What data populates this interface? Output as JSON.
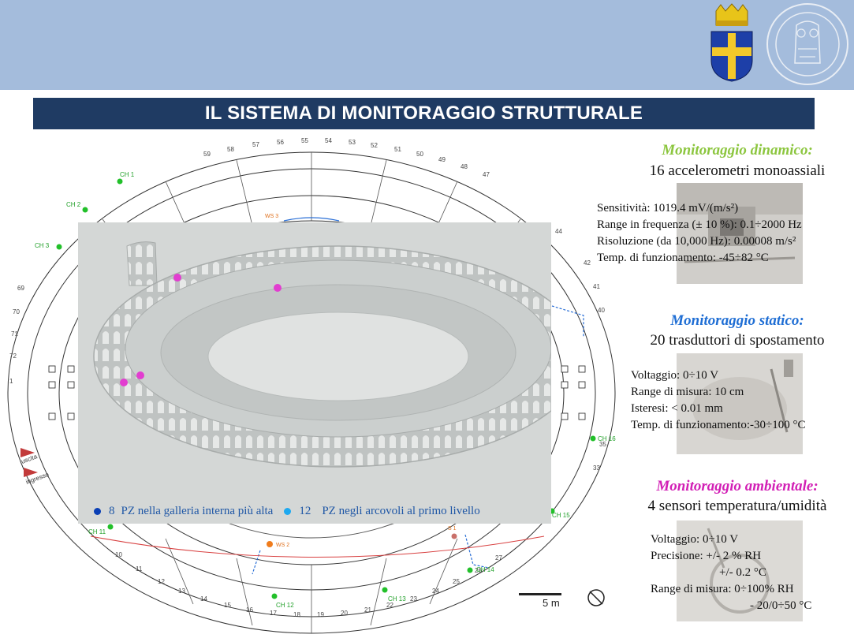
{
  "title": "IL SISTEMA DI MONITORAGGIO STRUTTURALE",
  "plan": {
    "sector_numbers_top": [
      "59",
      "58",
      "57",
      "56",
      "55",
      "54",
      "53",
      "52",
      "51",
      "50",
      "49",
      "48",
      "47"
    ],
    "sector_numbers_left": [
      "69",
      "70",
      "71",
      "72",
      "1"
    ],
    "sector_numbers_right": [
      "44",
      "42",
      "41",
      "40",
      "35",
      "33"
    ],
    "sector_numbers_bottom": [
      "10",
      "11",
      "12",
      "13",
      "14",
      "15",
      "16",
      "17",
      "18",
      "19",
      "20",
      "21",
      "22",
      "23",
      "24",
      "25",
      "26",
      "27"
    ],
    "channel_labels": [
      "CH 1",
      "CH 2",
      "CH 3",
      "CH 11",
      "CH 12",
      "CH 13",
      "CH 14",
      "CH 15",
      "CH 16"
    ],
    "ws_labels": [
      "WS 3",
      "WS 2",
      "S 1"
    ],
    "exit_label": "uscita",
    "entry_label": "ingresso",
    "scale_label": "5 m"
  },
  "legend": {
    "item1": {
      "count": "8",
      "text": "PZ nella galleria interna più alta",
      "color": "#0a3fb5"
    },
    "item2": {
      "count": "12",
      "text": "PZ negli arcovoli al primo livello",
      "color": "#1ea9f0"
    }
  },
  "dynamic": {
    "title": "Monitoraggio dinamico:",
    "subtitle": "16 accelerometri monoassiali",
    "title_color": "#8cc63f",
    "specs": [
      "Sensitività: 1019.4 mV/(m/s²)",
      "Range in frequenza (± 10 %): 0.1÷2000 Hz",
      "Risoluzione (da 10,000 Hz): 0.00008 m/s²",
      "Temp. di funzionamento: -45÷82 °C"
    ]
  },
  "static": {
    "title": "Monitoraggio statico:",
    "subtitle": "20 trasduttori di spostamento",
    "title_color": "#1f6ed4",
    "specs": [
      "Voltaggio: 0÷10 V",
      "Range di misura: 10 cm",
      "Isteresi: < 0.01 mm",
      "Temp. di funzionamento:-30÷100 °C"
    ]
  },
  "environmental": {
    "title": "Monitoraggio ambientale:",
    "subtitle": "4 sensori temperatura/umidità",
    "title_color": "#d21fb5",
    "specs": [
      "Voltaggio: 0÷10 V",
      "Precisione: +/- 2 % RH",
      "+/- 0.2 °C",
      "Range di misura: 0÷100% RH",
      "- 20/0÷50 °C"
    ]
  },
  "colors": {
    "header_bg": "#a4bcdc",
    "title_bar_bg": "#1f3b63",
    "sensor_marker": "#e23dd0"
  }
}
